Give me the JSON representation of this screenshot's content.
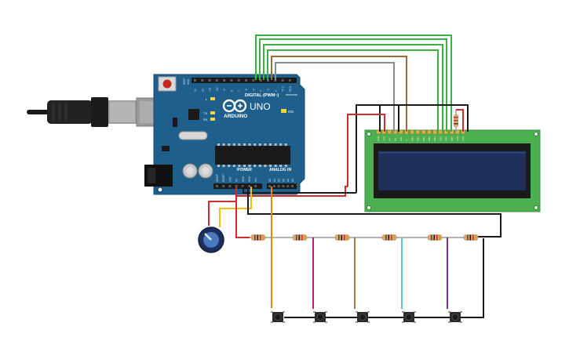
{
  "board": {
    "brand": "ARDUINO",
    "model": "UNO",
    "digital_label": "DIGITAL (PWM~)",
    "power_label": "POWER",
    "analog_label": "ANALOG IN",
    "on_label": "ON",
    "l_label": "L",
    "tx_label": "TX",
    "rx_label": "RX",
    "aref_label": "AREF",
    "gnd_label": "GND",
    "digital_pins": [
      "13",
      "12",
      "~11",
      "~10",
      "~9",
      "8",
      "7",
      "~6",
      "~5",
      "4",
      "~3",
      "2",
      "TX 1",
      "RX 0"
    ],
    "power_pins": [
      "IOREF",
      "RESET",
      "3.3V",
      "5V",
      "GND",
      "GND",
      "Vin"
    ],
    "analog_pins": [
      "A0",
      "A1",
      "A2",
      "A3",
      "A4",
      "A5"
    ]
  },
  "lcd": {
    "pin_labels": [
      "GND",
      "VCC",
      "V0",
      "RS",
      "RW",
      "E",
      "DB0",
      "DB1",
      "DB2",
      "DB3",
      "DB4",
      "DB5",
      "DB6",
      "DB7",
      "LED+",
      "LED-"
    ],
    "colors": {
      "pcb": "#4caf50",
      "screen": "#1d2f5a",
      "bezel": "#1a1a1a"
    }
  },
  "buttons": {
    "count": 5
  },
  "resistors": {
    "count": 6
  },
  "wire_colors": {
    "green": "#3cb043",
    "brown": "#9b6b3c",
    "gray": "#8c8c8c",
    "black": "#1a1a1a",
    "red": "#d42a2a",
    "yellow": "#f2c200",
    "orange": "#e8860c",
    "magenta": "#c2187f",
    "tan": "#a0784a",
    "cyan": "#5ec8d6",
    "purple": "#7a2aa6"
  }
}
